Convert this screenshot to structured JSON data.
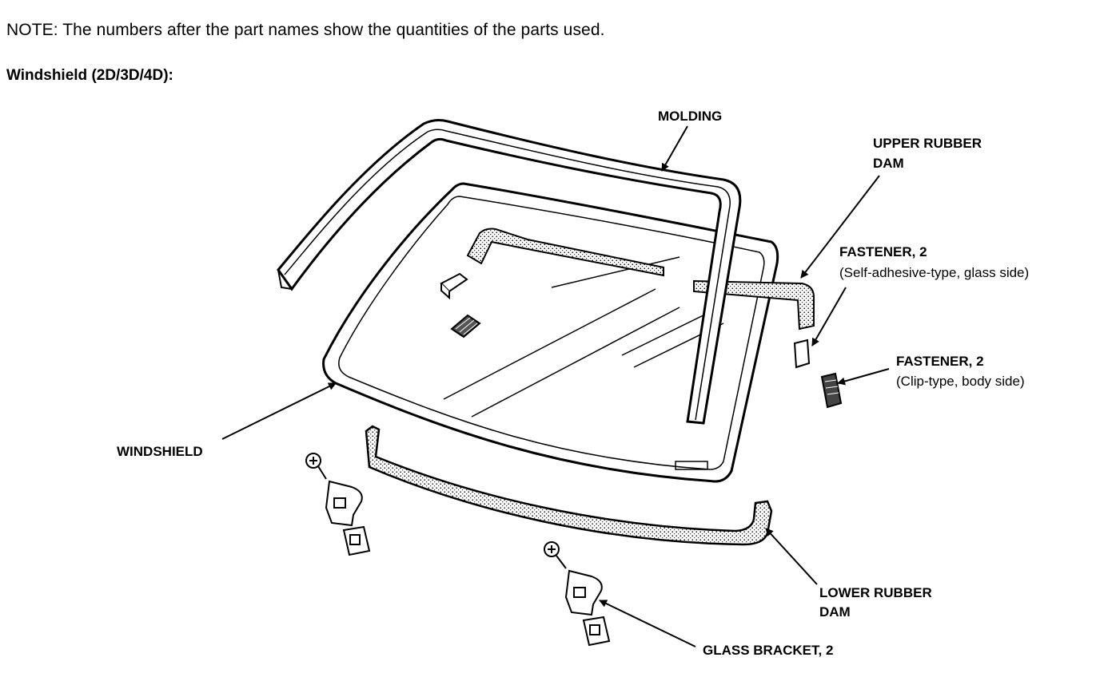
{
  "note": "NOTE:  The numbers after the part names show the quantities of the parts used.",
  "section_title": "Windshield (2D/3D/4D):",
  "labels": {
    "molding": "MOLDING",
    "upper_rubber_dam_1": "UPPER RUBBER",
    "upper_rubber_dam_2": "DAM",
    "fastener_glass": "FASTENER, 2",
    "fastener_glass_desc": "(Self-adhesive-type, glass side)",
    "fastener_body": "FASTENER, 2",
    "fastener_body_desc": "(Clip-type, body side)",
    "windshield": "WINDSHIELD",
    "lower_rubber_dam_1": "LOWER RUBBER",
    "lower_rubber_dam_2": "DAM",
    "glass_bracket": "GLASS BRACKET, 2"
  }
}
